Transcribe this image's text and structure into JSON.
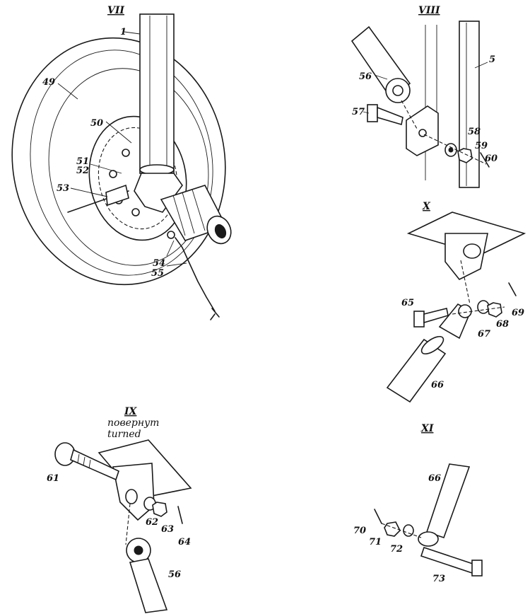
{
  "views": {
    "vii": {
      "title": "VII",
      "labels": [
        "1",
        "49",
        "50",
        "51",
        "52",
        "53",
        "54",
        "55"
      ]
    },
    "viii": {
      "title": "VIII",
      "labels": [
        "56",
        "5",
        "57",
        "58",
        "59",
        "60"
      ]
    },
    "x": {
      "title": "X",
      "labels": [
        "65",
        "67",
        "68",
        "69",
        "66"
      ]
    },
    "ix": {
      "title": "IX",
      "note_ru": "повернут",
      "note_en": "turned",
      "labels": [
        "61",
        "62",
        "63",
        "64",
        "56"
      ]
    },
    "xi": {
      "title": "XI",
      "labels": [
        "66",
        "70",
        "71",
        "72",
        "73"
      ]
    }
  }
}
